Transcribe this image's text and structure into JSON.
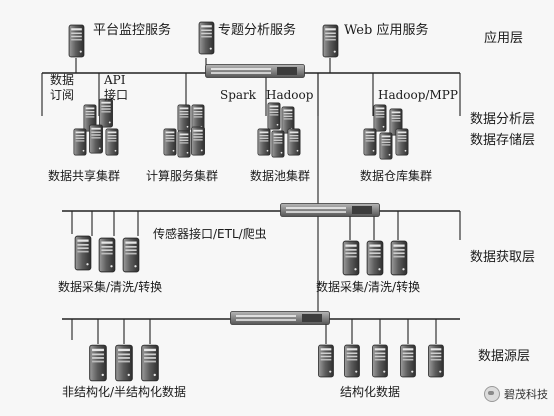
{
  "layers": {
    "app": "应用层",
    "analysis": "数据分析层",
    "storage": "数据存储层",
    "acquisition": "数据获取层",
    "source": "数据源层"
  },
  "app_layer": {
    "monitor_service": "平台监控服务",
    "analysis_service": "专题分析服务",
    "web_service": "Web 应用服务"
  },
  "connectors": {
    "subscribe": "数据\n订阅",
    "api": "API\n接口",
    "spark": "Spark",
    "hadoop": "Hadoop",
    "hadoop_mpp": "Hadoop/MPP",
    "sensor_etl": "传感器接口/ETL/爬虫"
  },
  "clusters": {
    "share": "数据共享集群",
    "compute": "计算服务集群",
    "pool": "数据池集群",
    "warehouse": "数据仓库集群"
  },
  "acquisition_layer": {
    "left": "数据采集/清洗/转换",
    "right": "数据采集/清洗/转换"
  },
  "source_layer": {
    "unstructured": "非结构化/半结构化数据",
    "structured": "结构化数据"
  },
  "watermark": "碧茂科技"
}
